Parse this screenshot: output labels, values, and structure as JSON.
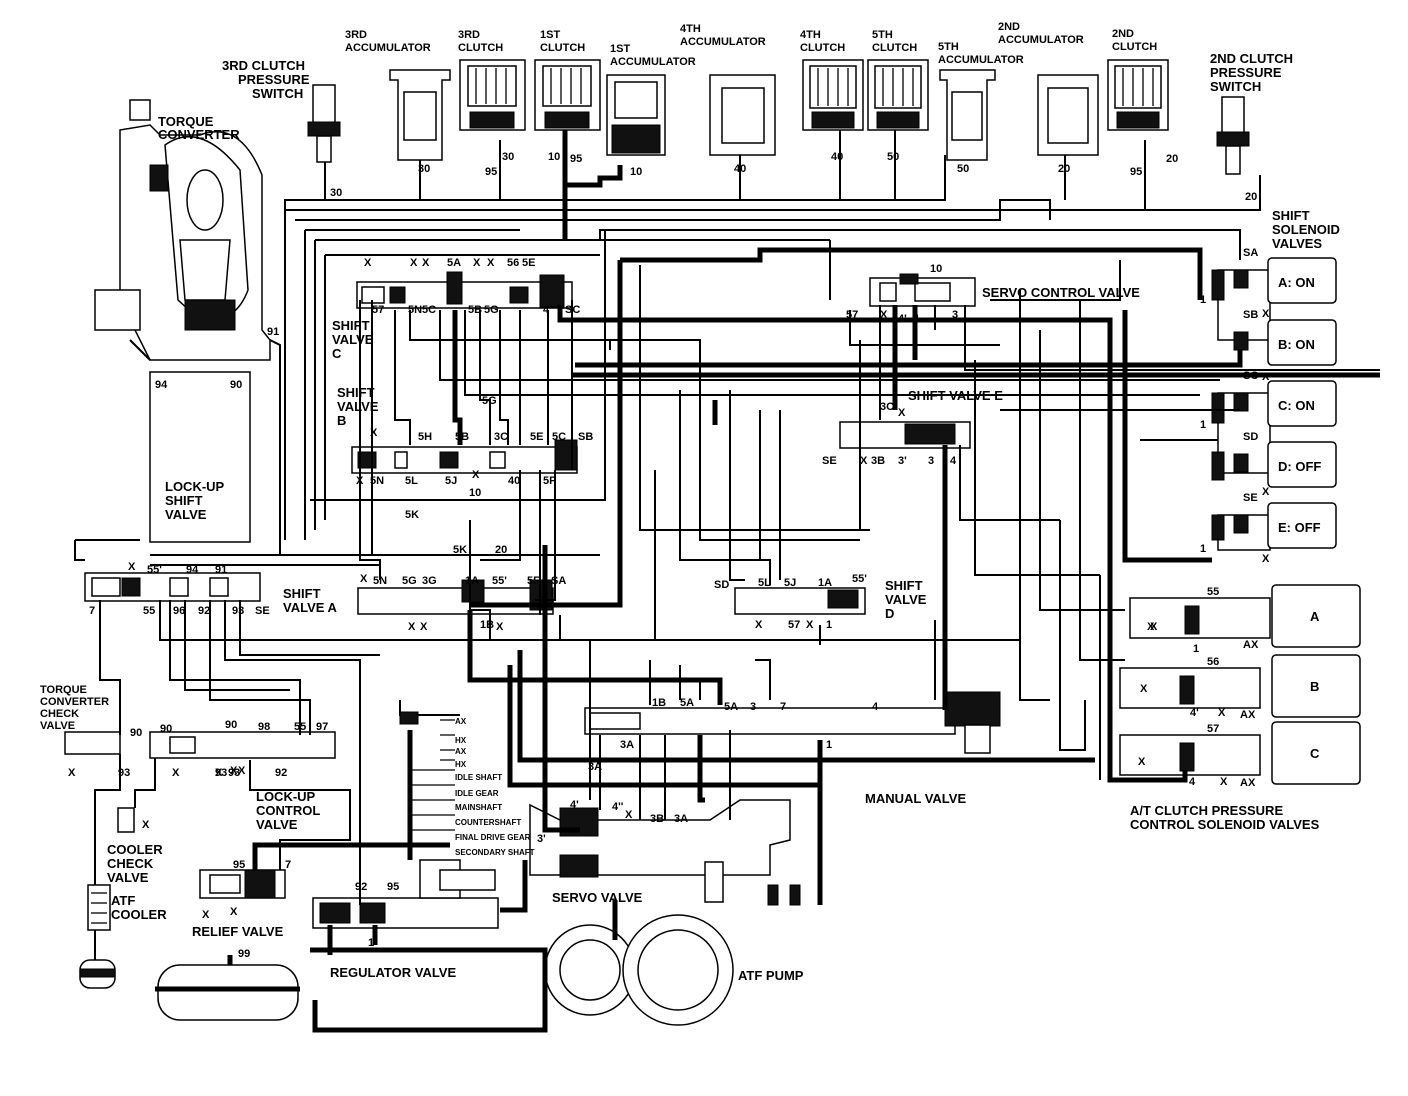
{
  "labels": {
    "torque_converter": [
      "TORQUE",
      "CONVERTER"
    ],
    "clutch3_switch": [
      "3RD CLUTCH",
      "PRESSURE",
      "SWITCH"
    ],
    "acc3": [
      "3RD",
      "ACCUMULATOR"
    ],
    "clutch3": [
      "3RD",
      "CLUTCH"
    ],
    "clutch1": [
      "1ST",
      "CLUTCH"
    ],
    "acc1": [
      "1ST",
      "ACCUMULATOR"
    ],
    "acc4": [
      "4TH",
      "ACCUMULATOR"
    ],
    "clutch4": [
      "4TH",
      "CLUTCH"
    ],
    "clutch5": [
      "5TH",
      "CLUTCH"
    ],
    "acc5": [
      "5TH",
      "ACCUMULATOR"
    ],
    "acc2": [
      "2ND",
      "ACCUMULATOR"
    ],
    "clutch2": [
      "2ND",
      "CLUTCH"
    ],
    "clutch2_switch": [
      "2ND CLUTCH",
      "PRESSURE",
      "SWITCH"
    ],
    "shift_solenoids": [
      "SHIFT",
      "SOLENOID",
      "VALVES"
    ],
    "servo_control": "SERVO CONTROL VALVE",
    "shift_c": [
      "SHIFT",
      "VALVE",
      "C"
    ],
    "shift_b": [
      "SHIFT",
      "VALVE",
      "B"
    ],
    "shift_e": "SHIFT VALVE E",
    "lockup_shift": [
      "LOCK-UP",
      "SHIFT",
      "VALVE"
    ],
    "shift_a": [
      "SHIFT",
      "VALVE A"
    ],
    "shift_d": [
      "SHIFT",
      "VALVE",
      "D"
    ],
    "tc_check": [
      "TORQUE",
      "CONVERTER",
      "CHECK",
      "VALVE"
    ],
    "lockup_control": [
      "LOCK-UP",
      "CONTROL",
      "VALVE"
    ],
    "cooler_check": [
      "COOLER",
      "CHECK",
      "VALVE"
    ],
    "atf_cooler": [
      "ATF",
      "COOLER"
    ],
    "relief": "RELIEF VALVE",
    "regulator": "REGULATOR VALVE",
    "servo_valve": "SERVO VALVE",
    "atf_pump": "ATF PUMP",
    "manual_valve": "MANUAL VALVE",
    "clutch_pressure_solenoids": [
      "A/T CLUTCH PRESSURE",
      "CONTROL SOLENOID VALVES"
    ]
  },
  "solenoids": [
    {
      "label": "A: ON",
      "port": "SA"
    },
    {
      "label": "B: ON",
      "port": "SB"
    },
    {
      "label": "C: ON",
      "port": "SC"
    },
    {
      "label": "D: OFF",
      "port": "SD"
    },
    {
      "label": "E: OFF",
      "port": "SE"
    }
  ],
  "clutch_pressure_solenoids": [
    {
      "label": "A",
      "port": "55"
    },
    {
      "label": "B",
      "port": "56"
    },
    {
      "label": "C",
      "port": "57"
    }
  ],
  "shaft_legend": [
    "AX",
    "HX",
    "AX",
    "HX",
    "IDLE SHAFT",
    "IDLE GEAR",
    "MAINSHAFT",
    "COUNTERSHAFT",
    "FINAL DRIVE GEAR",
    "SECONDARY SHAFT"
  ],
  "port_labels": {
    "top": [
      "30",
      "95",
      "30",
      "10",
      "95",
      "10",
      "40",
      "40",
      "50",
      "50",
      "20",
      "95",
      "20",
      "30",
      "20"
    ],
    "shift_c": [
      "X",
      "X",
      "X",
      "5A",
      "X",
      "X",
      "56",
      "5E",
      "57",
      "5N",
      "5C",
      "5B",
      "5G",
      "4",
      "SC"
    ],
    "shift_b": [
      "X",
      "5H",
      "5B",
      "3C",
      "5E",
      "5C",
      "SB",
      "5N",
      "5L",
      "5J",
      "X",
      "40",
      "5F",
      "X",
      "10",
      "5G",
      "5K",
      "5K",
      "20"
    ],
    "servo_ctrl": [
      "10",
      "57",
      "X",
      "4'",
      "4",
      "3"
    ],
    "shift_e": [
      "3C",
      "X",
      "SE",
      "X",
      "3B",
      "3'",
      "3",
      "4"
    ],
    "lockup": [
      "94",
      "90",
      "91",
      "X",
      "55'",
      "94",
      "91",
      "7",
      "55",
      "96",
      "92",
      "93",
      "SE"
    ],
    "shift_a": [
      "X",
      "5N",
      "5G",
      "3G",
      "1A",
      "55'",
      "5F",
      "SA",
      "X",
      "X",
      "1B",
      "X"
    ],
    "shift_d": [
      "SD",
      "5L",
      "5J",
      "1A",
      "55'",
      "X",
      "57",
      "X",
      "1"
    ],
    "manual": [
      "1B",
      "5A",
      "5A",
      "3",
      "7",
      "4",
      "3A",
      "3A",
      "1",
      "4'",
      "4''",
      "X",
      "3B",
      "3A",
      "3'"
    ],
    "lower_left": [
      "X",
      "90",
      "93",
      "X",
      "90",
      "90",
      "98",
      "55",
      "97",
      "X",
      "X",
      "93",
      "X",
      "92",
      "93",
      "X",
      "95",
      "7",
      "X",
      "X",
      "92",
      "95",
      "1",
      "1",
      "99"
    ],
    "solenoid_side": [
      "1",
      "X",
      "1",
      "X",
      "X",
      "1",
      "X",
      "1",
      "X",
      "AX",
      "4'",
      "X",
      "AX",
      "4",
      "X",
      "AX",
      "X",
      "X",
      "X"
    ]
  }
}
